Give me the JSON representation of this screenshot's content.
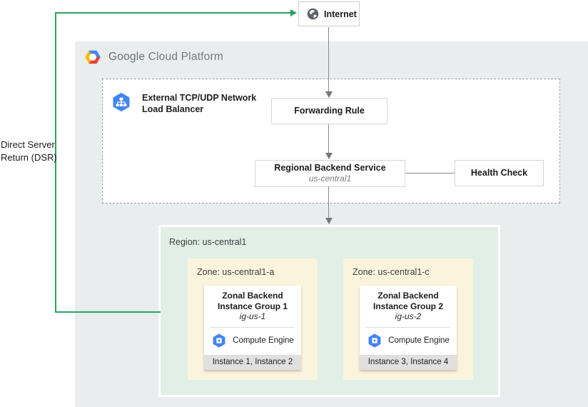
{
  "colors": {
    "accent_green": "#2ba263",
    "gcp_blue": "#4285f4",
    "logo_yellow": "#fbbc05",
    "logo_red": "#ea4335",
    "container_bg": "#e9edee",
    "region_bg": "#e1efe6",
    "zone_bg": "#fbf4dd",
    "instance_bar_bg": "#e0e0e0"
  },
  "internet": {
    "label": "Internet"
  },
  "dsr": {
    "label": "Direct Server Return (DSR)"
  },
  "header": {
    "brand": "Google",
    "product": "Cloud Platform"
  },
  "load_balancer": {
    "title_lines": [
      "External TCP/UDP Network",
      "Load Balancer"
    ]
  },
  "nodes": {
    "forwarding_rule": {
      "label": "Forwarding Rule"
    },
    "backend_service": {
      "label": "Regional Backend Service",
      "region": "us-central1"
    },
    "health_check": {
      "label": "Health Check"
    }
  },
  "region": {
    "label": "Region: us-central1",
    "zones": [
      {
        "label": "Zone: us-central1-a",
        "group_name_lines": [
          "Zonal Backend",
          "Instance Group 1"
        ],
        "group_id": "ig-us-1",
        "engine_label": "Compute Engine",
        "instances": "Instance 1, Instance 2"
      },
      {
        "label": "Zone: us-central1-c",
        "group_name_lines": [
          "Zonal Backend",
          "Instance Group 2"
        ],
        "group_id": "ig-us-2",
        "engine_label": "Compute Engine",
        "instances": "Instance 3, Instance 4"
      }
    ]
  }
}
